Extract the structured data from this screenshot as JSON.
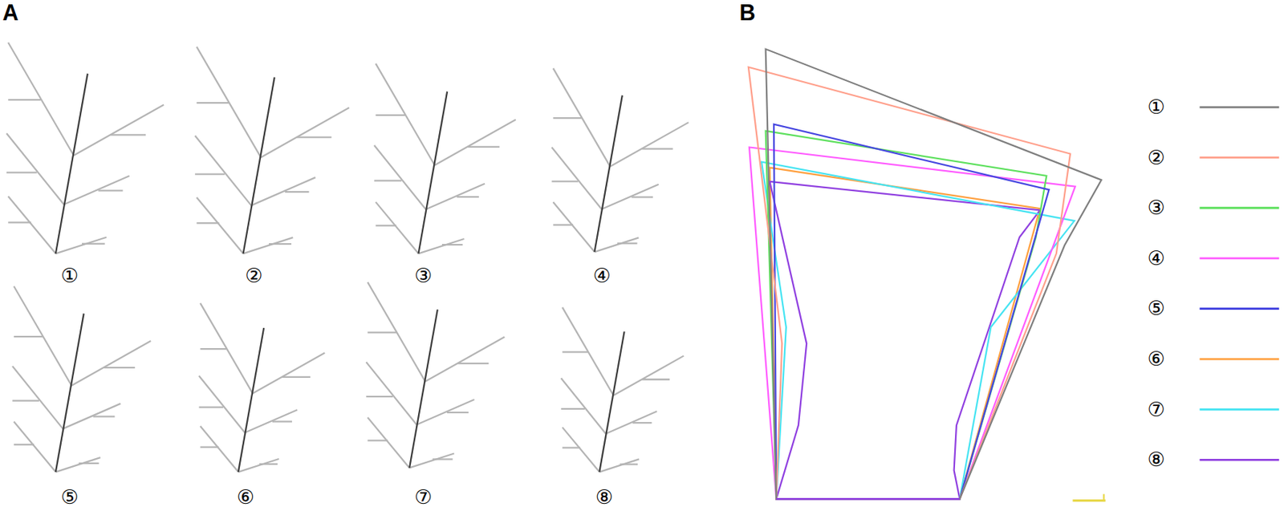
{
  "diagram": {
    "labels": [
      "A",
      "B",
      "①",
      "②",
      "③",
      "④",
      "⑤",
      "⑥",
      "⑦",
      "⑧"
    ],
    "legend": [
      {
        "text": "①",
        "color": "#7f7f7f"
      },
      {
        "text": "②",
        "color": "#ffa08c"
      },
      {
        "text": "③",
        "color": "#5ee05e"
      },
      {
        "text": "④",
        "color": "#ff5cff"
      },
      {
        "text": "⑤",
        "color": "#4646e0"
      },
      {
        "text": "⑥",
        "color": "#ffa040"
      },
      {
        "text": "⑦",
        "color": "#46e4f2"
      },
      {
        "text": "⑧",
        "color": "#9040e0"
      }
    ]
  }
}
